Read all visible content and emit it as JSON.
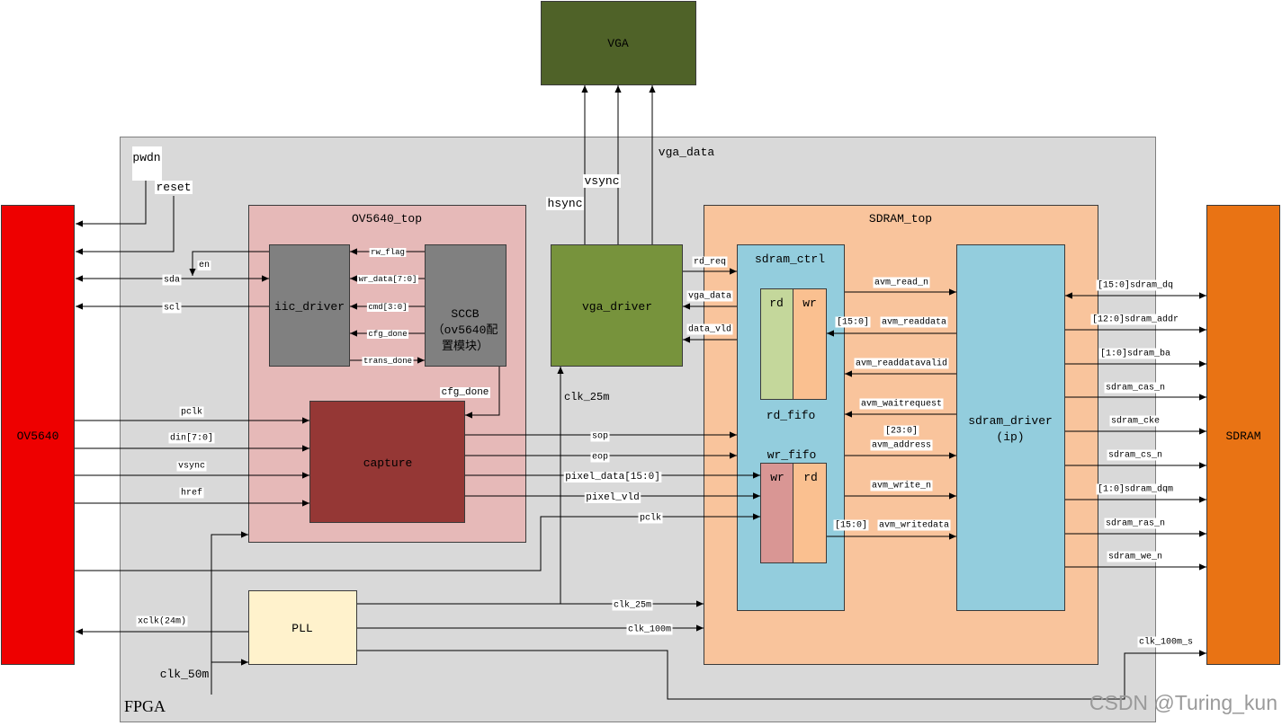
{
  "colors": {
    "fpga": "#d9d9d9",
    "vga": "#4f6228",
    "ov5640": "#ee0000",
    "sdram": "#e97314",
    "ov5640_top": "#e6b9b8",
    "iic_driver": "#808080",
    "sccb": "#808080",
    "capture": "#953735",
    "vga_driver": "#77933c",
    "sdram_top": "#f9c49c",
    "sdram_ctrl": "#93cddd",
    "sdram_driver": "#93cddd",
    "rd_fifo_rd": "#c4d79b",
    "fifo_peach": "#fac090",
    "wr_fifo_wr": "#d99694",
    "pll": "#fff2cc"
  },
  "blocks": {
    "vga": {
      "label": "VGA"
    },
    "fpga": {
      "label": "FPGA"
    },
    "ov5640": {
      "label": "OV5640"
    },
    "sdram": {
      "label": "SDRAM"
    },
    "ov5640_top": {
      "label": "OV5640_top"
    },
    "iic_driver": {
      "label": "iic_driver"
    },
    "sccb": {
      "lines": [
        "SCCB",
        "（ov5640配",
        "置模块）"
      ]
    },
    "capture": {
      "label": "capture"
    },
    "vga_driver": {
      "label": "vga_driver"
    },
    "sdram_top": {
      "label": "SDRAM_top"
    },
    "sdram_ctrl": {
      "label": "sdram_ctrl"
    },
    "rd_fifo": {
      "label": "rd_fifo",
      "left": "rd",
      "right": "wr"
    },
    "wr_fifo": {
      "label": "wr_fifo",
      "left": "wr",
      "right": "rd"
    },
    "sdram_driver": {
      "lines": [
        "sdram_driver",
        "(ip)"
      ]
    },
    "pll": {
      "label": "PLL"
    }
  },
  "signals": {
    "camera_ctrl": {
      "pwdn": "pwdn",
      "reset": "reset",
      "en": "en",
      "sda": "sda",
      "scl": "scl"
    },
    "iic_sccb": {
      "rw_flag": "rw_flag",
      "wr_data": "wr_data[7:0]",
      "cmd": "cmd[3:0]",
      "cfg_done": "cfg_done",
      "trans_done": "trans_done"
    },
    "capture_in": {
      "cfg_done": "cfg_done",
      "pclk": "pclk",
      "din": "din[7:0]",
      "vsync": "vsync",
      "href": "href"
    },
    "capture_out": {
      "sop": "sop",
      "eop": "eop",
      "pixel_data": "pixel_data[15:0]",
      "pixel_vld": "pixel_vld",
      "pclk": "pclk"
    },
    "vga_out": {
      "hsync": "hsync",
      "vsync": "vsync",
      "vga_data": "vga_data"
    },
    "vga_sdram": {
      "rd_req": "rd_req",
      "vga_data": "vga_data",
      "data_vld": "data_vld"
    },
    "clocks": {
      "clk_25m_vga": "clk_25m",
      "clk_25m": "clk_25m",
      "clk_100m": "clk_100m",
      "clk_100m_s": "clk_100m_s",
      "xclk": "xclk(24m)",
      "clk_50m": "clk_50m"
    },
    "avalon": {
      "read_n": "avm_read_n",
      "readdata_width": "[15:0]",
      "readdata": "avm_readdata",
      "readdatavalid": "avm_readdatavalid",
      "waitrequest": "avm_waitrequest",
      "address_width": "[23:0]",
      "address": "avm_address",
      "write_n": "avm_write_n",
      "writedata_width": "[15:0]",
      "writedata": "avm_writedata"
    },
    "sdram_bus": [
      "[15:0]sdram_dq",
      "[12:0]sdram_addr",
      "[1:0]sdram_ba",
      "sdram_cas_n",
      "sdram_cke",
      "sdram_cs_n",
      "[1:0]sdram_dqm",
      "sdram_ras_n",
      "sdram_we_n"
    ]
  },
  "watermark": "CSDN @Turing_kun"
}
